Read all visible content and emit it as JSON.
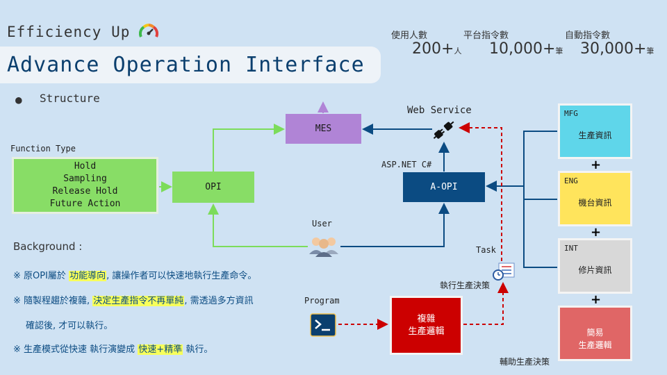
{
  "header": {
    "eyebrow": "Efficiency Up",
    "title": "Advance Operation Interface"
  },
  "stats": [
    {
      "label": "使用人數",
      "value": "200+",
      "unit": "人"
    },
    {
      "label": "平台指令數",
      "value": "10,000+",
      "unit": "筆"
    },
    {
      "label": "自動指令數",
      "value": "30,000+",
      "unit": "筆"
    }
  ],
  "structure": {
    "bullet": "●",
    "label": "Structure"
  },
  "diagram": {
    "function_type_label": "Function Type",
    "function_types": [
      "Hold",
      "Sampling",
      "Release Hold",
      "Future Action"
    ],
    "opi": "OPI",
    "mes": "MES",
    "web_service": "Web Service",
    "aspnet": "ASP.NET C#",
    "aopi": "A-OPI",
    "user": "User",
    "task": "Task",
    "exec_decision": "執行生產決策",
    "program": "Program",
    "complex_logic": [
      "複雜",
      "生產邏輯"
    ],
    "aux_decision": "輔助生產決策",
    "plus": "+",
    "sources": [
      {
        "code": "MFG",
        "name": "生產資訊",
        "color": "#5fd6ea"
      },
      {
        "code": "ENG",
        "name": "機台資訊",
        "color": "#ffe45c"
      },
      {
        "code": "INT",
        "name": "修片資訊",
        "color": "#d8d8d8"
      }
    ],
    "simple_logic": [
      "簡易",
      "生產邏輯"
    ]
  },
  "background": {
    "title": "Background :",
    "line1": {
      "pre": "※ 原OPI屬於 ",
      "hl": "功能導向",
      "post": ", 讓操作者可以快速地執行生產命令。"
    },
    "line2": {
      "pre": "※ 隨製程趨於複雜, ",
      "hl": "決定生產指令不再單純",
      "post": ", 需透過多方資訊"
    },
    "line3": {
      "text": "確認後, 才可以執行。"
    },
    "line4": {
      "pre": "※ 生產模式從快速 執行演變成 ",
      "hl": "快速+精準",
      "post": " 執行。"
    }
  },
  "colors": {
    "background": "#cfe2f3",
    "green": "#88dd66",
    "purple": "#b084d6",
    "navy": "#0b4b82",
    "red": "#cc0000",
    "highlight": "#f7ff5a"
  }
}
